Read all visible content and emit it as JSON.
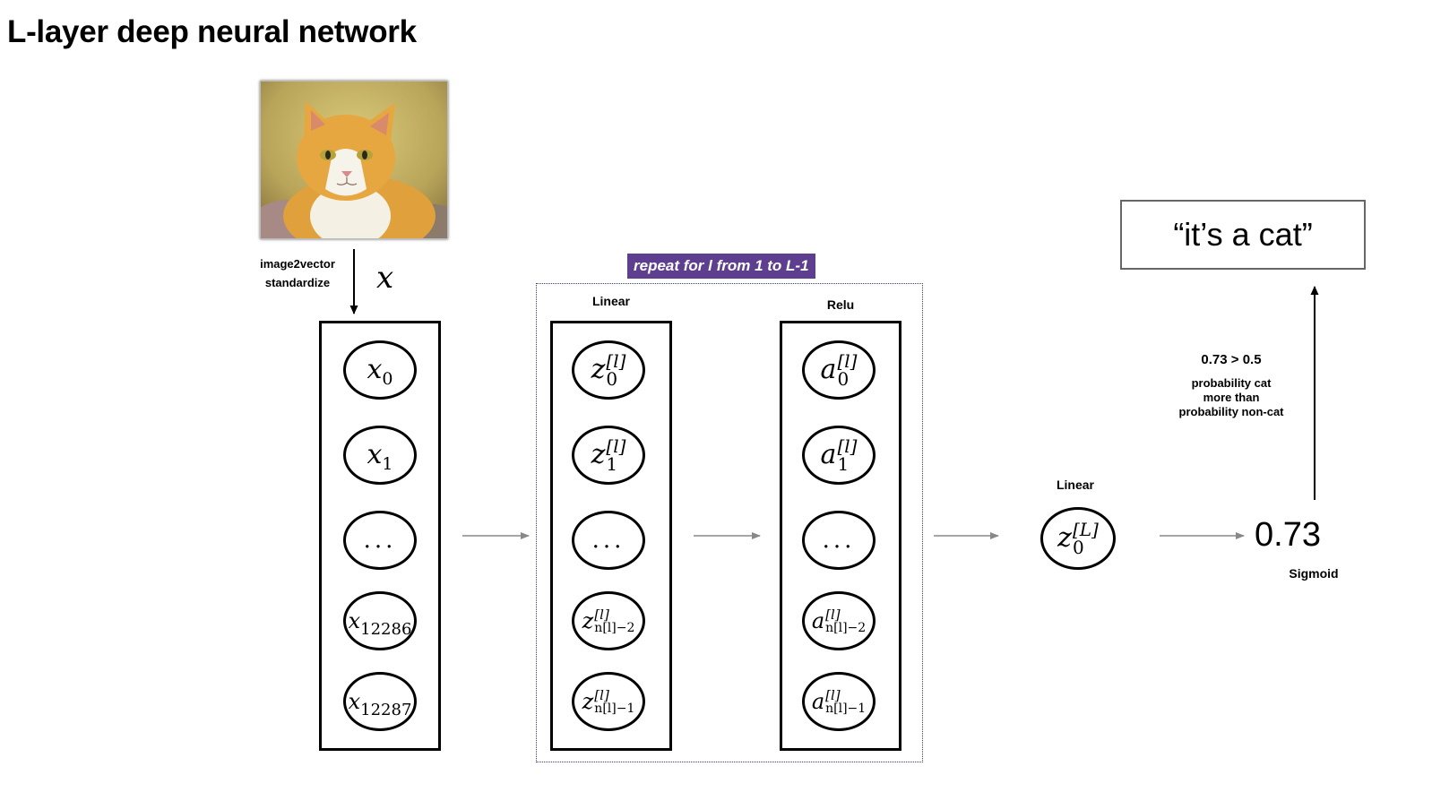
{
  "title": "L-layer deep neural network",
  "input": {
    "caption_line1": "image2vector",
    "caption_line2": "standardize",
    "symbol": "x",
    "nodes": [
      {
        "var": "x",
        "sub": "0"
      },
      {
        "var": "x",
        "sub": "1"
      },
      {
        "dots": "..."
      },
      {
        "var": "x",
        "sub": "12286"
      },
      {
        "var": "x",
        "sub": "12287"
      }
    ]
  },
  "repeat_label": "repeat for l from 1 to L-1",
  "linear_layer": {
    "label": "Linear",
    "nodes": [
      {
        "var": "z",
        "sup": "[l]",
        "sub": "0"
      },
      {
        "var": "z",
        "sup": "[l]",
        "sub": "1"
      },
      {
        "dots": "..."
      },
      {
        "var": "z",
        "sup": "[l]",
        "sub": "n[l]−2"
      },
      {
        "var": "z",
        "sup": "[l]",
        "sub": "n[l]−1"
      }
    ]
  },
  "relu_layer": {
    "label": "Relu",
    "nodes": [
      {
        "var": "a",
        "sup": "[l]",
        "sub": "0"
      },
      {
        "var": "a",
        "sup": "[l]",
        "sub": "1"
      },
      {
        "dots": "..."
      },
      {
        "var": "a",
        "sup": "[l]",
        "sub": "n[l]−2"
      },
      {
        "var": "a",
        "sup": "[l]",
        "sub": "n[l]−1"
      }
    ]
  },
  "output_layer": {
    "label": "Linear",
    "node": {
      "var": "z",
      "sup": "[L]",
      "sub": "0"
    }
  },
  "probability": {
    "value": "0.73",
    "label": "Sigmoid"
  },
  "decision": {
    "comparison": "0.73 > 0.5",
    "line1": "probability cat",
    "line2": "more than",
    "line3": "probability non-cat"
  },
  "result": "“it’s a cat”",
  "colors": {
    "badge": "#5e3f8f",
    "arrow": "#888888",
    "dashed_border": "#3a3a8a"
  }
}
